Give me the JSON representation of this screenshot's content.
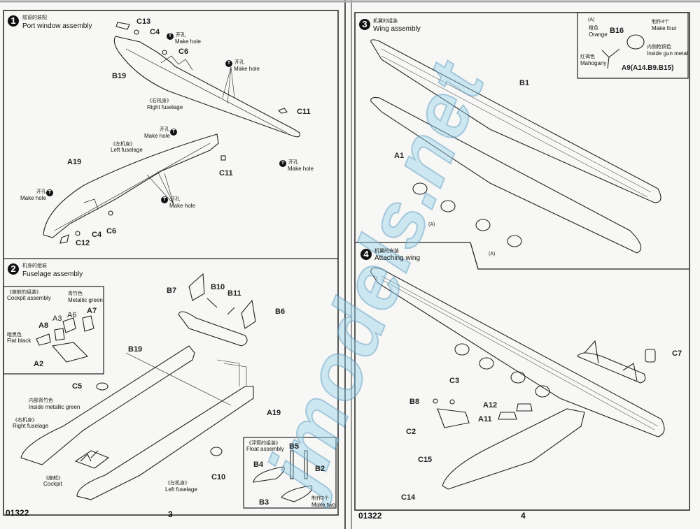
{
  "left_page": {
    "number": "3",
    "code": "01322",
    "step1": {
      "num": "1",
      "title_cn": "舷窗的装配",
      "title": "Port window assembly",
      "make_hole_cn": "开孔",
      "make_hole": "Make hole",
      "t_icon": "T",
      "right_fuselage_cn": "《右机身》",
      "right_fuselage": "Right fuselage",
      "left_fuselage_cn": "《左机身》",
      "left_fuselage": "Left fuselage",
      "parts": [
        "C13",
        "C4",
        "C6",
        "B19",
        "C11",
        "C11",
        "A19",
        "C6",
        "C4",
        "C12"
      ]
    },
    "step2": {
      "num": "2",
      "title_cn": "机身的组装",
      "title": "Fuselage assembly",
      "cockpit_inset": {
        "title_cn": "《座舱的组装》",
        "title": "Cockpit assembly",
        "green_cn": "青竹色",
        "green": "Metallic green",
        "black_cn": "暗黑色",
        "black": "Flat black",
        "parts": [
          "A7",
          "A6",
          "A3",
          "A8",
          "A2"
        ]
      },
      "inside_green_cn": "内部青竹色",
      "inside_green": "Inside metallic green",
      "right_fuselage_cn": "《右机身》",
      "right_fuselage": "Right fuselage",
      "cockpit_cn": "《座舱》",
      "cockpit": "Cockpit",
      "left_fuselage_cn": "《左机身》",
      "left_fuselage": "Left fuselage",
      "parts": [
        "B7",
        "B10",
        "B11",
        "B6",
        "B19",
        "C5",
        "A19",
        "C10"
      ],
      "float_inset": {
        "title_cn": "《浮筒的组装》",
        "title": "Float assembly",
        "make_two_cn": "制作2个",
        "make_two": "Make two",
        "parts": [
          "B5",
          "B4",
          "B2",
          "B3"
        ]
      }
    }
  },
  "right_page": {
    "number": "4",
    "code": "01322",
    "step3": {
      "num": "3",
      "title_cn": "机翼的组装",
      "title": "Wing assembly",
      "parts": [
        "B1",
        "A1"
      ],
      "sub_ref": "(A)",
      "engine_inset": {
        "ref": "(A)",
        "orange_cn": "橙色",
        "orange": "Orange",
        "make_four_cn": "制作4个",
        "make_four": "Make four",
        "gunmetal_cn": "内侧枪铜色",
        "gunmetal": "Inside gun metal",
        "mahogany_cn": "红褐色",
        "mahogany": "Mahogany",
        "parts": [
          "B16",
          "A9(A14.B9.B15)"
        ]
      }
    },
    "step4": {
      "num": "4",
      "title_cn": "机翼的安装",
      "title": "Attaching wing",
      "parts": [
        "C7",
        "C3",
        "B8",
        "A12",
        "C2",
        "A11",
        "C15",
        "C14"
      ]
    }
  },
  "watermark": "jmodels.net",
  "colors": {
    "ink": "#111111",
    "paper": "#f7f7f5",
    "watermark": "#96d2eb"
  }
}
